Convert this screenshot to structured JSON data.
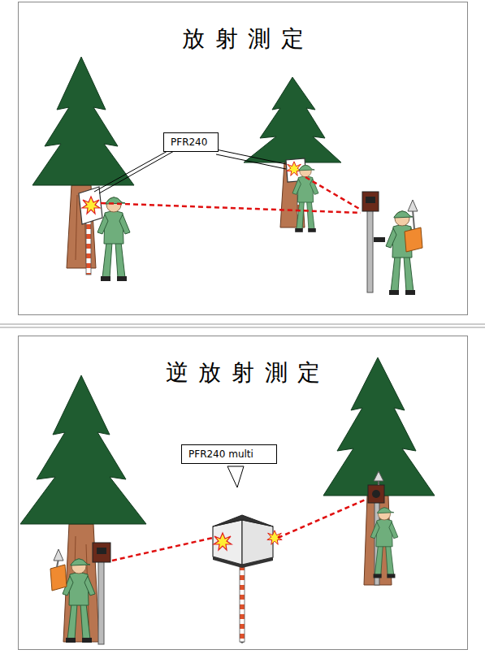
{
  "diagram": {
    "nodes": [
      {
        "text": [
          "放射測定"
        ]
      },
      {
        "text": [
          "PFR240"
        ],
        "in": 0
      },
      {
        "text": [
          "逆放射測定"
        ]
      },
      {
        "text": [
          "PFR240 multi"
        ],
        "in": 2
      }
    ]
  }
}
